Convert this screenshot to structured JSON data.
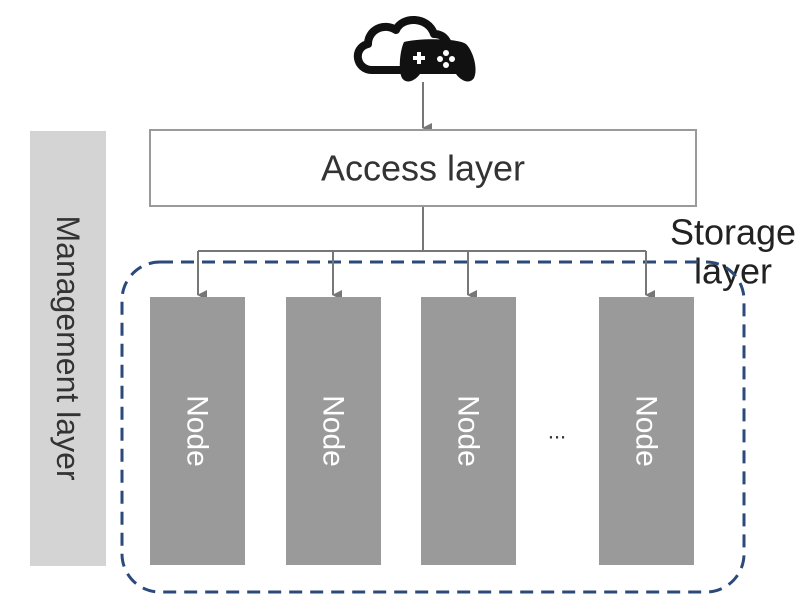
{
  "diagram": {
    "top_icon": "cloud-gaming-controller-icon",
    "management_label": "Management layer",
    "access_label": "Access layer",
    "storage_label_line1": "Storage",
    "storage_label_line2": "layer",
    "node_labels": [
      "Node",
      "Node",
      "Node",
      "Node"
    ],
    "ellipsis": "...",
    "colors": {
      "management_fill": "#d4d4d4",
      "node_fill": "#9a9a9a",
      "access_stroke": "#9a9a9a",
      "connector": "#777777",
      "storage_dash": "#2b4a7a",
      "icon": "#111111"
    }
  }
}
